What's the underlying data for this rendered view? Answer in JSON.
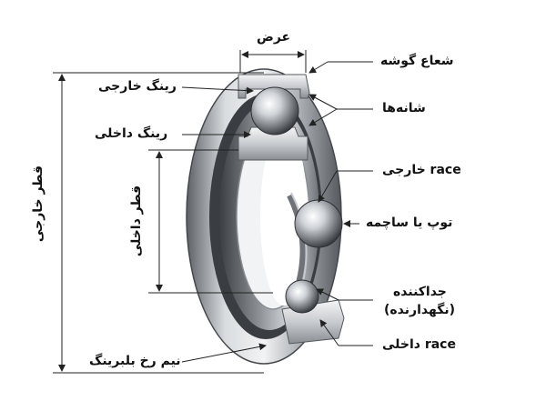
{
  "labels": {
    "width": "عرض",
    "corner_radius": "شعاع گوشه",
    "outer_ring": "رینگ خارجی",
    "shoulders": "شانه‌ها",
    "inner_ring": "رینگ داخلی",
    "outer_race": "race خارجی",
    "inner_diameter": "قطر داخلی",
    "outer_diameter": "قطر خارجی",
    "ball": "توپ یا ساچمه",
    "separator_line1": "جداکننده",
    "separator_line2": "(نگهدارنده)",
    "inner_race": "race داخلی",
    "half_section": "نیم رخ بلبرینگ"
  },
  "colors": {
    "text": "#111111",
    "line": "#222222",
    "steel_light": "#e6e8ea",
    "steel_mid": "#a9adb2",
    "steel_dark": "#4a4e53"
  }
}
